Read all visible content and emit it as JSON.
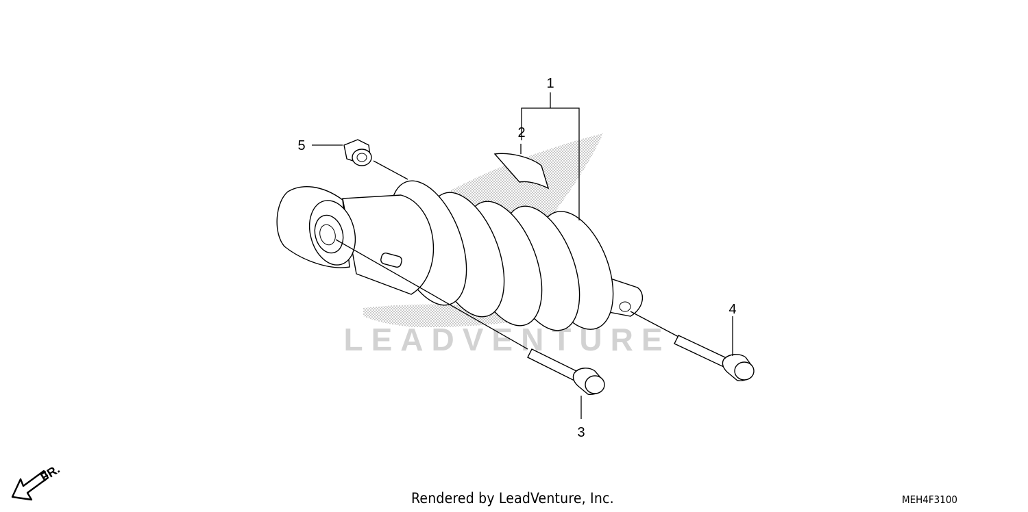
{
  "callouts": [
    {
      "id": "1",
      "label": "1"
    },
    {
      "id": "2",
      "label": "2"
    },
    {
      "id": "3",
      "label": "3"
    },
    {
      "id": "4",
      "label": "4"
    },
    {
      "id": "5",
      "label": "5"
    }
  ],
  "front_indicator": "FR.",
  "watermark": {
    "text": "LEADVENTURE",
    "color": "#c8c8c8"
  },
  "footer": {
    "credit": "Rendered by LeadVenture, Inc.",
    "diagram_code": "MEH4F3100"
  }
}
